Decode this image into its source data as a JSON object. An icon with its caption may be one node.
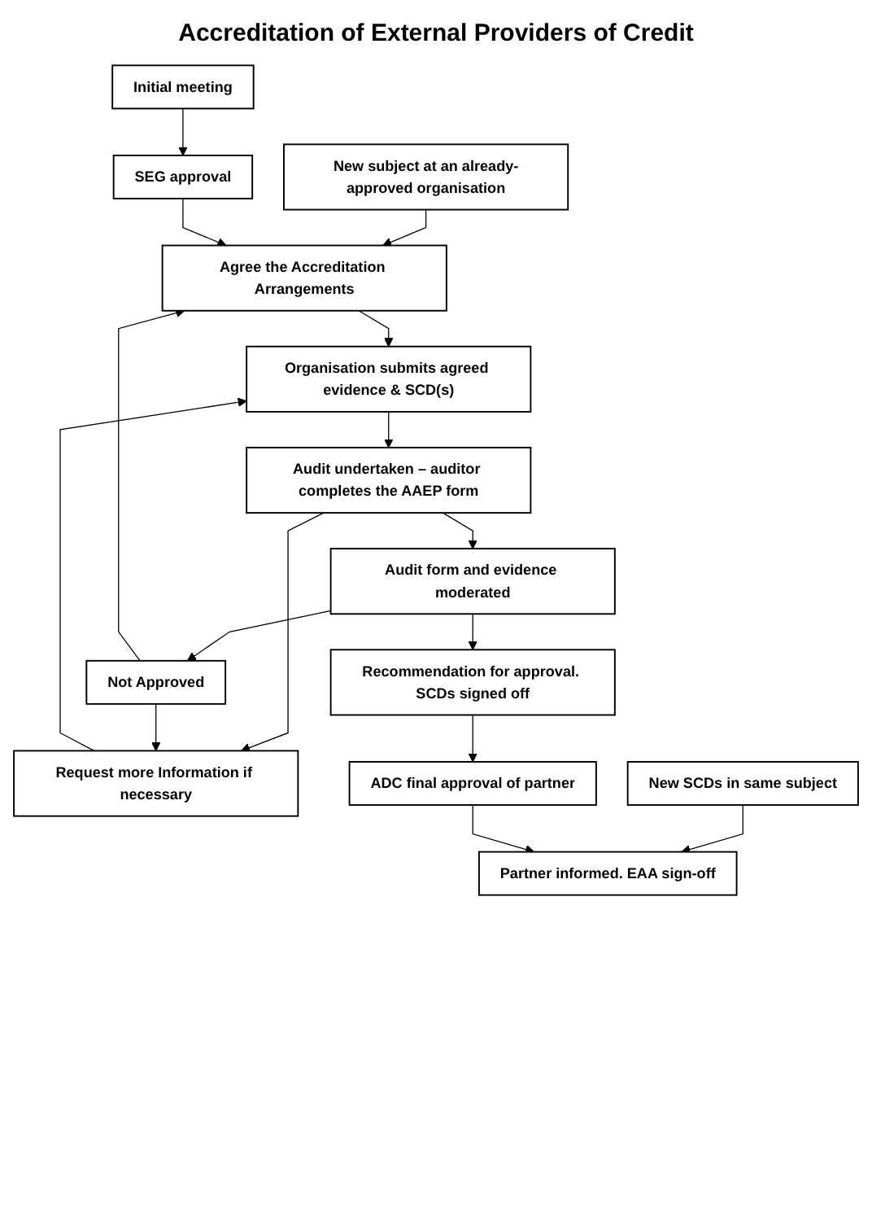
{
  "diagram": {
    "title": "Accreditation of External Providers of Credit",
    "nodes": [
      {
        "text": [
          "Initial meeting"
        ]
      },
      {
        "text": [
          "New subject at an already-approved organisation"
        ]
      },
      {
        "text": [
          "SEG approval"
        ]
      },
      {
        "text": [
          "Agree the Accreditation Arrangements"
        ]
      },
      {
        "text": [
          "Organisation submits agreed evidence & SCD(s)"
        ]
      },
      {
        "text": [
          "Request more Information if necessary"
        ]
      },
      {
        "text": [
          "Audit undertaken – auditor completes the AAEP form"
        ]
      },
      {
        "text": [
          "Audit form and evidence moderated"
        ]
      },
      {
        "text": [
          "Not Approved"
        ]
      },
      {
        "text": [
          "Recommendation for approval. SCDs signed off"
        ]
      },
      {
        "text": [
          "New SCDs in same subject"
        ]
      },
      {
        "text": [
          "ADC final approval of partner"
        ]
      },
      {
        "text": [
          "Partner informed. EAA sign-off"
        ]
      }
    ],
    "edges": [
      {
        "from": 0,
        "to": 2,
        "arrow": "to"
      },
      {
        "from": 1,
        "to": 3,
        "arrow": "to"
      },
      {
        "from": 2,
        "to": 3,
        "arrow": "to"
      },
      {
        "from": 3,
        "to": 4,
        "arrow": "to"
      },
      {
        "from": 4,
        "to": 6,
        "arrow": "to"
      },
      {
        "from": 5,
        "to": 4,
        "arrow": "to"
      },
      {
        "from": 6,
        "to": 5,
        "arrow": "to"
      },
      {
        "from": 6,
        "to": 7,
        "arrow": "to"
      },
      {
        "from": 7,
        "to": 8,
        "arrow": "to"
      },
      {
        "from": 7,
        "to": 9,
        "arrow": "to"
      },
      {
        "from": 8,
        "to": 5,
        "arrow": "to"
      },
      {
        "from": 8,
        "to": 3,
        "arrow": "to"
      },
      {
        "from": 9,
        "to": 11,
        "arrow": "to"
      },
      {
        "from": 10,
        "to": 12,
        "arrow": "to"
      },
      {
        "from": 11,
        "to": 12,
        "arrow": "to"
      }
    ]
  }
}
